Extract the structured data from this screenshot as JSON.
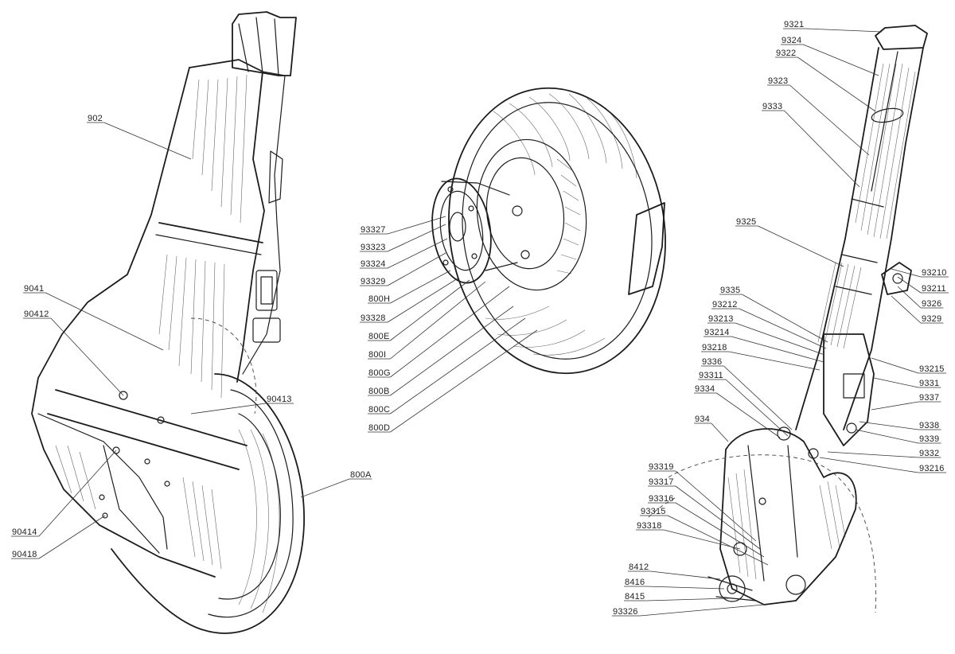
{
  "left_assembly": {
    "labels": [
      "902",
      "9041",
      "90412",
      "90413",
      "800A",
      "90414",
      "90418"
    ]
  },
  "wheel_assembly": {
    "labels": [
      "93327",
      "93323",
      "93324",
      "93329",
      "800H",
      "93328",
      "800E",
      "800I",
      "800G",
      "800B",
      "800C",
      "800D"
    ]
  },
  "right_assembly": {
    "labels": [
      "9321",
      "9324",
      "9322",
      "9323",
      "9333",
      "9325",
      "93210",
      "93211",
      "9326",
      "9329",
      "9335",
      "93212",
      "93213",
      "93214",
      "93218",
      "9336",
      "93311",
      "9334",
      "93215",
      "9331",
      "9337",
      "934",
      "9338",
      "9339",
      "9332",
      "93216",
      "93319",
      "93317",
      "93316",
      "93315",
      "93318",
      "8412",
      "8416",
      "8415",
      "93326"
    ]
  }
}
